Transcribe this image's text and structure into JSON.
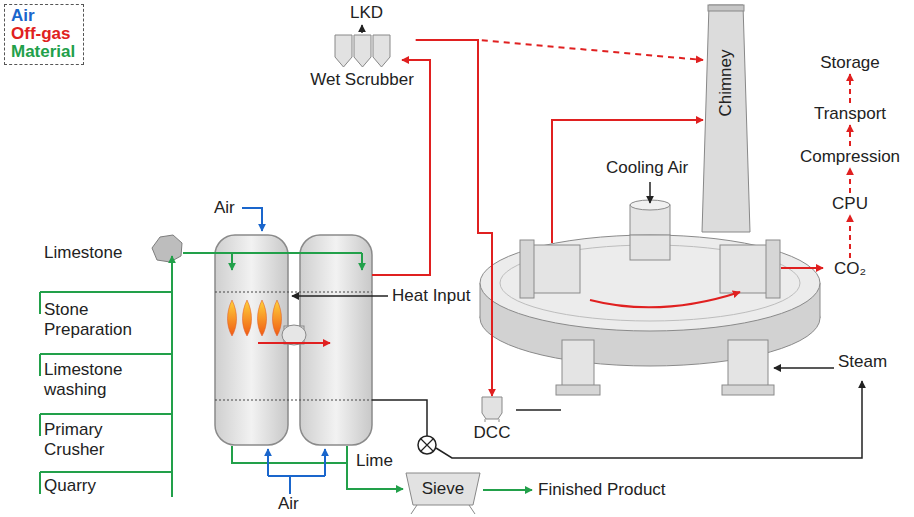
{
  "diagram": {
    "nodes": [
      {
        "text": [
          "Wet Scrubber"
        ]
      },
      {
        "text": [
          "Chimney"
        ]
      },
      {
        "text": [
          "DCC"
        ]
      },
      {
        "text": [
          "Sieve"
        ]
      },
      {
        "text": [
          "CO₂"
        ]
      },
      {
        "text": [
          "CPU"
        ]
      },
      {
        "text": [
          "Compression"
        ]
      },
      {
        "text": [
          "Transport"
        ]
      },
      {
        "text": [
          "Storage"
        ]
      }
    ],
    "edges": [
      {
        "from": 0,
        "to": 2,
        "arrow": "to"
      },
      {
        "from": 0,
        "to": 1,
        "arrow": "to"
      },
      {
        "from": 4,
        "to": 5,
        "arrow": "to"
      },
      {
        "from": 5,
        "to": 6,
        "arrow": "to"
      },
      {
        "from": 6,
        "to": 7,
        "arrow": "to"
      },
      {
        "from": 7,
        "to": 8,
        "arrow": "to"
      }
    ],
    "labels": [
      "LKD",
      "Air",
      "Limestone",
      "Heat Input",
      "Stone Preparation",
      "Limestone washing",
      "Primary Crusher",
      "Quarry",
      "Lime",
      "Air",
      "Finished Product",
      "Cooling Air",
      "Steam"
    ],
    "legend": [
      {
        "text": "Air",
        "color": "#1a66cc"
      },
      {
        "text": "Off-gas",
        "color": "#e02020"
      },
      {
        "text": "Material",
        "color": "#22a04a"
      }
    ]
  }
}
